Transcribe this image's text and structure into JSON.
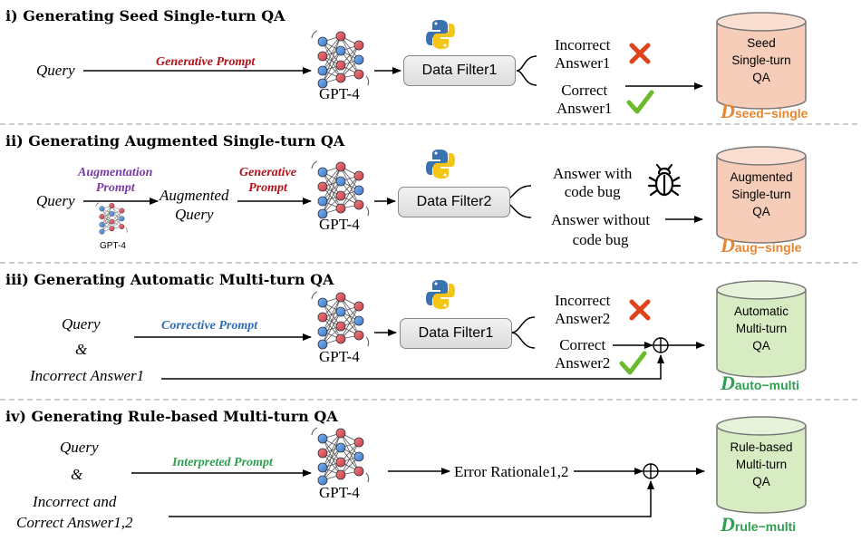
{
  "sections": [
    {
      "title": "i) Generating Seed Single-turn QA"
    },
    {
      "title": "ii) Generating Augmented Single-turn QA"
    },
    {
      "title": "iii) Generating Automatic Multi-turn QA"
    },
    {
      "title": "iv) Generating Rule-based Multi-turn QA"
    }
  ],
  "s1": {
    "query": "Query",
    "prompt": "Generative Prompt",
    "model": "GPT-4",
    "filter": "Data Filter1",
    "incorrect": [
      "Incorrect",
      "Answer1"
    ],
    "correct": [
      "Correct",
      "Answer1"
    ],
    "db": [
      "Seed",
      "Single-turn",
      "QA"
    ],
    "d_main": "D",
    "d_sub": "seed−single"
  },
  "s2": {
    "query": "Query",
    "aug_prompt": [
      "Augmentation",
      "Prompt"
    ],
    "small_model": "GPT-4",
    "aug_query": [
      "Augmented",
      "Query"
    ],
    "gen_prompt": [
      "Generative",
      "Prompt"
    ],
    "model": "GPT-4",
    "filter": "Data Filter2",
    "bug": [
      "Answer with",
      "code bug"
    ],
    "nobug": [
      "Answer without",
      "code bug"
    ],
    "db": [
      "Augmented",
      "Single-turn",
      "QA"
    ],
    "d_main": "D",
    "d_sub": "aug−single"
  },
  "s3": {
    "query": "Query",
    "amp": "&",
    "incorrect_in": "Incorrect Answer1",
    "prompt": "Corrective Prompt",
    "model": "GPT-4",
    "filter": "Data Filter1",
    "incorrect": [
      "Incorrect",
      "Answer2"
    ],
    "correct": [
      "Correct",
      "Answer2"
    ],
    "db": [
      "Automatic",
      "Multi-turn",
      "QA"
    ],
    "d_main": "D",
    "d_sub": "auto−multi"
  },
  "s4": {
    "query": "Query",
    "amp": "&",
    "inputs": [
      "Incorrect and",
      "Correct Answer1,2"
    ],
    "prompt": "Interpreted Prompt",
    "model": "GPT-4",
    "rationale": "Error Rationale1,2",
    "db": [
      "Rule-based",
      "Multi-turn",
      "QA"
    ],
    "d_main": "D",
    "d_sub": "rule−multi"
  },
  "colors": {
    "generative": "#b0131a",
    "augmentation": "#7a3aa5",
    "corrective": "#2f6db5",
    "interpreted": "#2e9e4f",
    "db_peach": "#f6cdb9",
    "db_green": "#d8ecc4",
    "d_orange": "#e8852f",
    "d_green": "#2e9e4f",
    "cross": "#e0421b",
    "check": "#6aba2b"
  },
  "icons": [
    "neural-network-icon",
    "python-logo-icon",
    "cross-icon",
    "check-icon",
    "bug-icon",
    "oplus-icon"
  ]
}
